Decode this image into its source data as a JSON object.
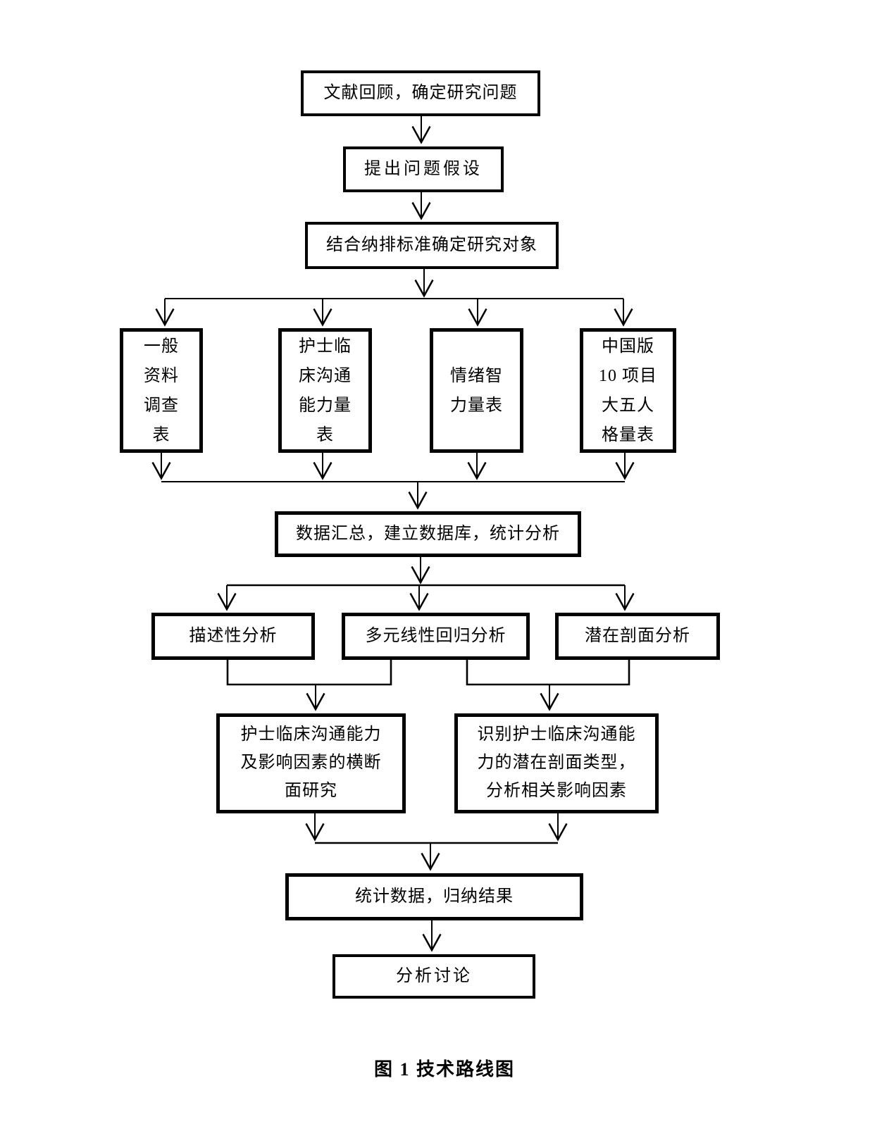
{
  "figure": {
    "caption": "图 1 技术路线图"
  },
  "nodes": {
    "literature_review": "文献回顾，确定研究问题",
    "hypothesis": "提出问题假设",
    "criteria": "结合纳排标准确定研究对象",
    "general_info_form": "一般\n资料\n调查\n表",
    "nurse_comm_scale": "护士临\n床沟通\n能力量\n表",
    "emotional_intelligence_scale": "情绪智\n力量表",
    "big_five_scale": "中国版\n10 项目\n大五人\n格量表",
    "data_summary": "数据汇总，建立数据库，统计分析",
    "descriptive_analysis": "描述性分析",
    "regression_analysis": "多元线性回归分析",
    "latent_profile_analysis": "潜在剖面分析",
    "cross_sectional_study": "护士临床沟通能力\n及影响因素的横断\n面研究",
    "identify_profiles": "识别护士临床沟通能\n力的潜在剖面类型，\n分析相关影响因素",
    "statistics_results": "统计数据，归纳结果",
    "discussion": "分析讨论"
  }
}
